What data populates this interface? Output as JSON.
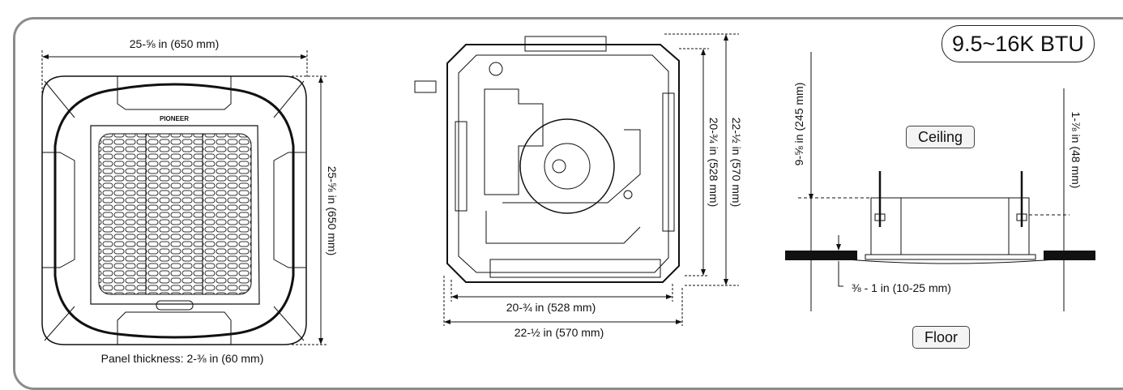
{
  "badge": "9.5~16K BTU",
  "panel_view": {
    "width": "25-⅝ in (650 mm)",
    "height": "25-⅝ in (650 mm)",
    "thickness": "Panel thickness: 2-⅜ in (60 mm)",
    "logo": "PIONEER"
  },
  "body_view": {
    "inner_width": "20-¾ in (528 mm)",
    "outer_width": "22-½ in (570 mm)",
    "inner_height": "20-¾ in (528 mm)",
    "outer_height": "22-½ in (570 mm)"
  },
  "side_view": {
    "ceiling": "Ceiling",
    "floor": "Floor",
    "total_height": "9-⅝ in (245 mm)",
    "offset": "1-⅞ in (48 mm)",
    "gap": "⅜ - 1 in (10-25 mm)"
  }
}
